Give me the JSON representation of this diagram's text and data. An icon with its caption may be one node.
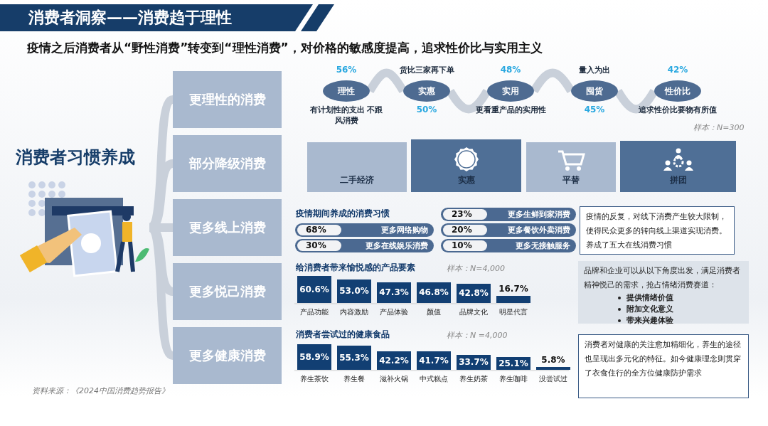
{
  "diagram": {
    "title": "消费者洞察——消费趋于理性",
    "nodes": [
      {
        "text": [],
        "shape": "picture"
      },
      {
        "text": [
          "更理性的消费"
        ]
      },
      {
        "text": [
          "部分降级消费"
        ]
      },
      {
        "text": [
          "更多线上消费"
        ]
      },
      {
        "text": [
          "更多悦己消费"
        ]
      },
      {
        "text": [
          "更多健康消费"
        ]
      },
      {
        "text": [
          "理性"
        ],
        "beside": [
          "56%",
          "有计划性的支出 不跟风消费"
        ]
      },
      {
        "text": [
          "实惠"
        ],
        "beside": [
          "货比三家再下单",
          "50%"
        ]
      },
      {
        "text": [
          "实用"
        ],
        "beside": [
          "48%",
          "更看重产品的实用性"
        ]
      },
      {
        "text": [
          "囤货"
        ],
        "beside": [
          "量入为出",
          "45%"
        ]
      },
      {
        "text": [
          "性价比"
        ],
        "beside": [
          "42%",
          "追求性价比要物有所值"
        ]
      },
      {
        "text": [
          "二手经济"
        ]
      },
      {
        "text": [
          "实惠"
        ]
      },
      {
        "text": [
          "平替"
        ]
      },
      {
        "text": [
          "拼团"
        ]
      },
      {
        "text": [
          "23%",
          "更多生鲜到家消费"
        ]
      },
      {
        "text": [
          "68%",
          "更多网络购物"
        ]
      },
      {
        "text": [
          "20%",
          "更多餐饮外卖消费"
        ]
      },
      {
        "text": [
          "30%",
          "更多在线娱乐消费"
        ]
      },
      {
        "text": [
          "10%",
          "更多无接触服务"
        ]
      },
      {
        "text": [
          "疫情的反复，对线下消费产生较大限制，使得民众更多的转向线上渠道实现消费。养成了五大在线消费习惯"
        ]
      },
      {
        "text": [
          "品牌和企业可以从以下角度出发，满足消费者精神悦己的需求，抢占情绪消费赛道：",
          "提供情绪价值",
          "附加文化意义",
          "带来兴趣体验"
        ]
      },
      {
        "text": [
          "消费者对健康的关注愈加精细化，养生的途径也呈现出多元化的特征。如今健康理念则贯穿了衣食住行的全方位健康防护需求"
        ]
      }
    ],
    "edges": [
      {
        "from": 0,
        "to": 1,
        "arrow": "none"
      },
      {
        "from": 0,
        "to": 2,
        "arrow": "none"
      },
      {
        "from": 0,
        "to": 3,
        "arrow": "none"
      },
      {
        "from": 0,
        "to": 4,
        "arrow": "none"
      },
      {
        "from": 0,
        "to": 5,
        "arrow": "none"
      },
      {
        "from": 6,
        "to": 7,
        "arrow": "none"
      },
      {
        "from": 7,
        "to": 8,
        "arrow": "none"
      },
      {
        "from": 8,
        "to": 9,
        "arrow": "none"
      },
      {
        "from": 9,
        "to": 10,
        "arrow": "none"
      }
    ],
    "labels": [
      "疫情之后消费者从“野性消费”转变到“理性消费”，对价格的敏感度提高，追求性价比与实用主义",
      "消费者习惯养成",
      "样本：N=300",
      "疫情期间养成的消费习惯",
      "给消费者带来愉悦感的产品要素",
      "样本：N=4,000",
      "60.6%",
      "53.0%",
      "47.3%",
      "46.8%",
      "42.8%",
      "16.7%",
      "产品功能",
      "内容激励",
      "产品体验",
      "颜值",
      "品牌文化",
      "明星代言",
      "消费者尝试过的健康食品",
      "样本：N =4,000",
      "58.9%",
      "55.3%",
      "42.2%",
      "41.7%",
      "33.7%",
      "25.1%",
      "5.8%",
      "养生茶饮",
      "养生餐",
      "滋补火锅",
      "中式糕点",
      "养生奶茶",
      "养生咖啡",
      "没尝试过",
      "资料来源：《2024中国消费趋势报告》"
    ]
  }
}
